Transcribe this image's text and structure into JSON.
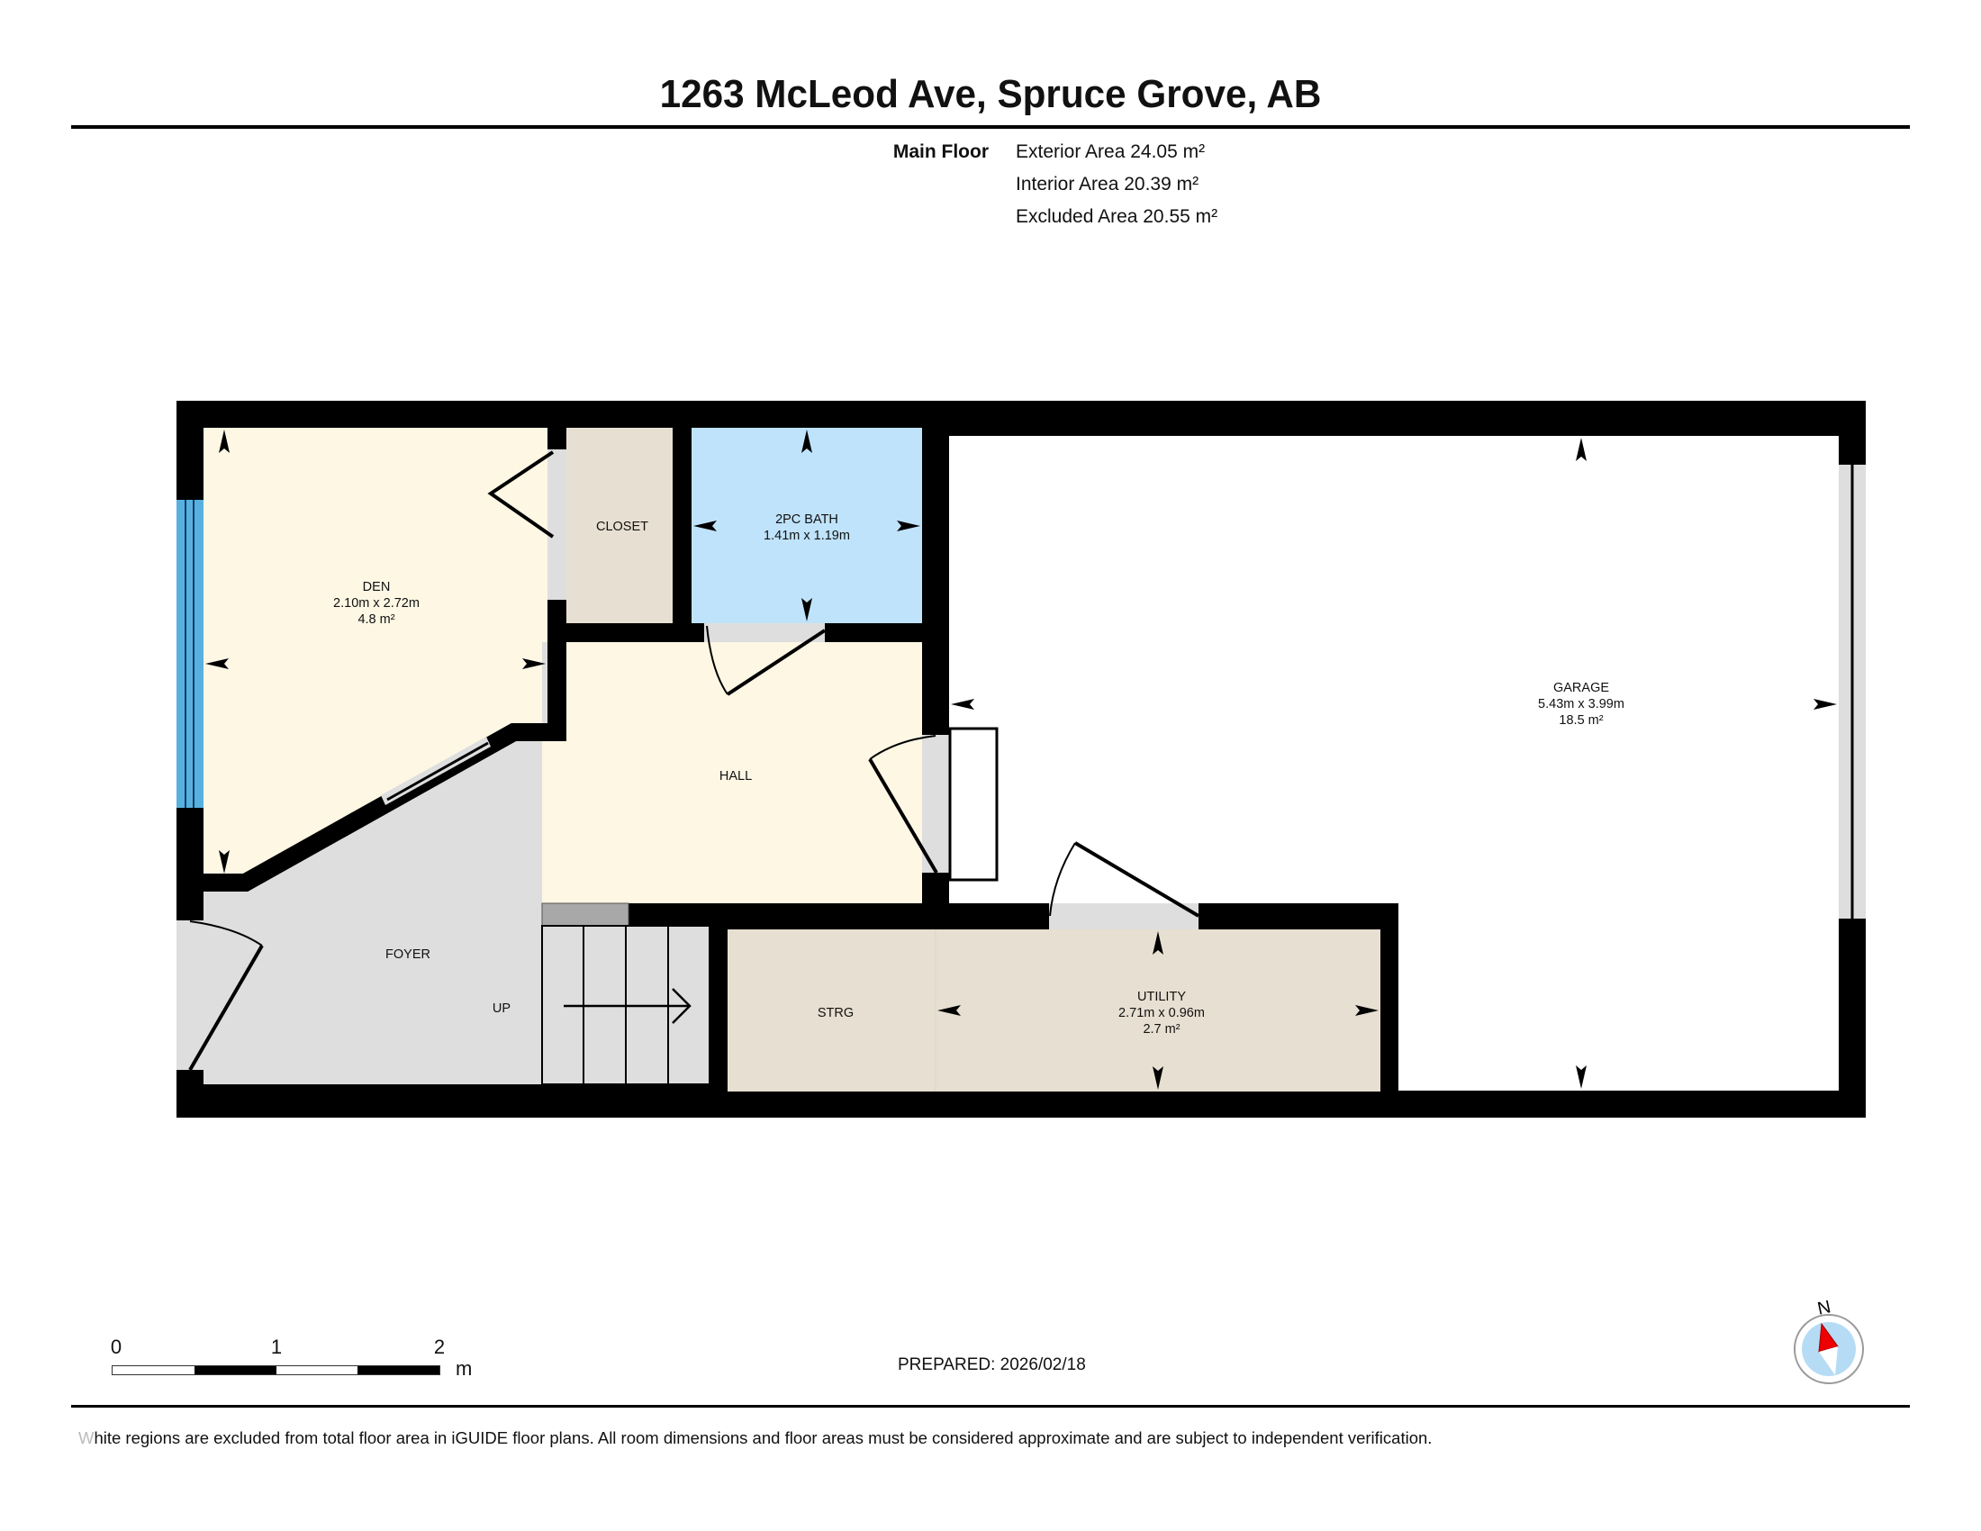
{
  "header": {
    "title": "1263 McLeod Ave, Spruce Grove, AB"
  },
  "areas": {
    "floor_name": "Main Floor",
    "exterior": "Exterior Area 24.05 m²",
    "interior": "Interior Area 20.39 m²",
    "excluded": "Excluded Area 20.55 m²"
  },
  "rooms": {
    "den": {
      "name": "DEN",
      "dims": "2.10m x 2.72m",
      "area": "4.8 m²"
    },
    "closet": {
      "name": "CLOSET"
    },
    "bath": {
      "name": "2PC BATH",
      "dims": "1.41m x 1.19m"
    },
    "hall": {
      "name": "HALL"
    },
    "garage": {
      "name": "GARAGE",
      "dims": "5.43m x 3.99m",
      "area": "18.5 m²"
    },
    "foyer": {
      "name": "FOYER"
    },
    "stairs": {
      "label": "UP"
    },
    "storage": {
      "name": "STRG"
    },
    "utility": {
      "name": "UTILITY",
      "dims": "2.71m x 0.96m",
      "area": "2.7 m²"
    }
  },
  "colors": {
    "wall": "#000000",
    "living": "#fdf7e4",
    "closet": "#e7dfd1",
    "bath": "#bfe3fa",
    "foyer": "#dedede",
    "window": "#58b0df",
    "landing": "#a8a8a8",
    "compass_ring": "#9a9a9a",
    "compass_face": "#b6dcf5",
    "compass_needle": "#ee0000"
  },
  "scale_bar": {
    "ticks": [
      "0",
      "1",
      "2"
    ],
    "unit": "m"
  },
  "footer": {
    "prepared": "PREPARED: 2026/02/18",
    "disclaimer_first": "W",
    "disclaimer_rest": "hite regions are excluded from total floor area in iGUIDE floor plans. All room dimensions and floor areas must be considered approximate and are subject to independent verification."
  },
  "compass": {
    "north_label": "N"
  }
}
